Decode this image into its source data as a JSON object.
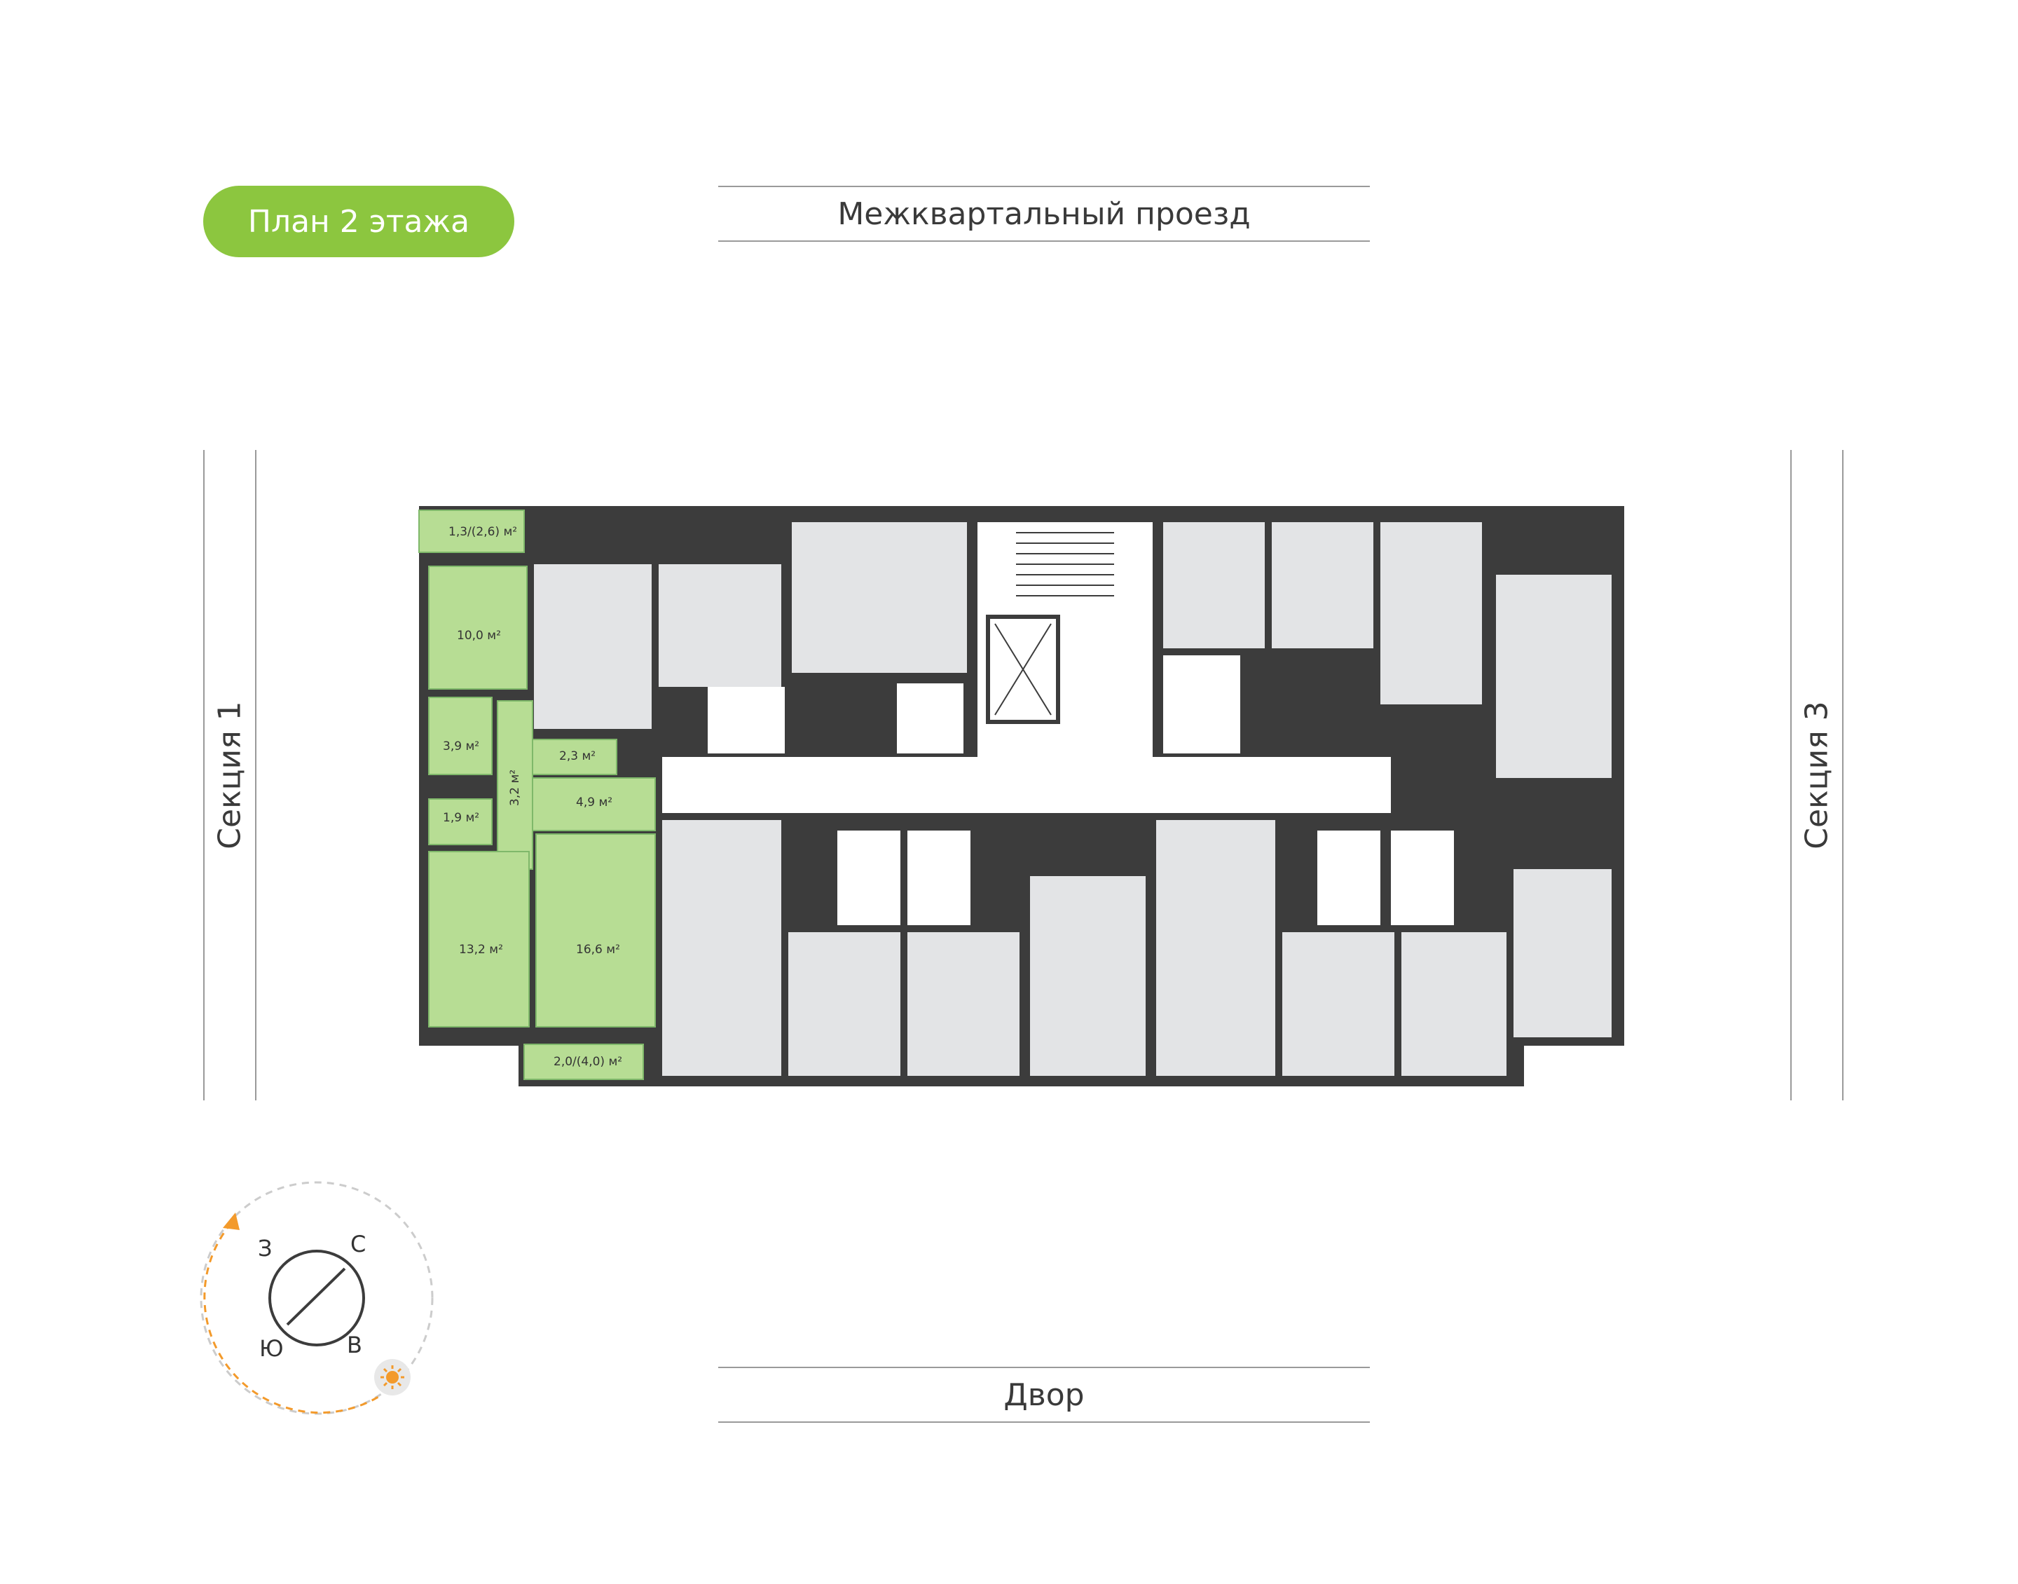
{
  "header": {
    "floor_badge": "План 2 этажа"
  },
  "roads": {
    "top": "Межквартальный проезд",
    "bottom": "Двор"
  },
  "sections": {
    "left": "Секция 1",
    "right": "Секция 3"
  },
  "apartment": {
    "highlight_color": "#b7dd94",
    "rooms": {
      "balcony_top": "1,3/(2,6) м²",
      "room_top": "10,0 м²",
      "bath_top": "3,9 м²",
      "wc": "1,9 м²",
      "corridor_small": "3,2 м²",
      "closet": "2,3 м²",
      "hall": "4,9 м²",
      "room_bottom": "13,2 м²",
      "kitchen": "16,6 м²",
      "balcony_bottom": "2,0/(4,0) м²"
    }
  },
  "compass": {
    "north": "С",
    "east": "В",
    "south": "Ю",
    "west": "З",
    "orbit_color": "#f39a2b",
    "icons": [
      "sun-icon",
      "arrow-icon"
    ]
  },
  "colors": {
    "wall": "#3c3c3c",
    "room": "#e3e4e6",
    "accent": "#8cc63f"
  }
}
